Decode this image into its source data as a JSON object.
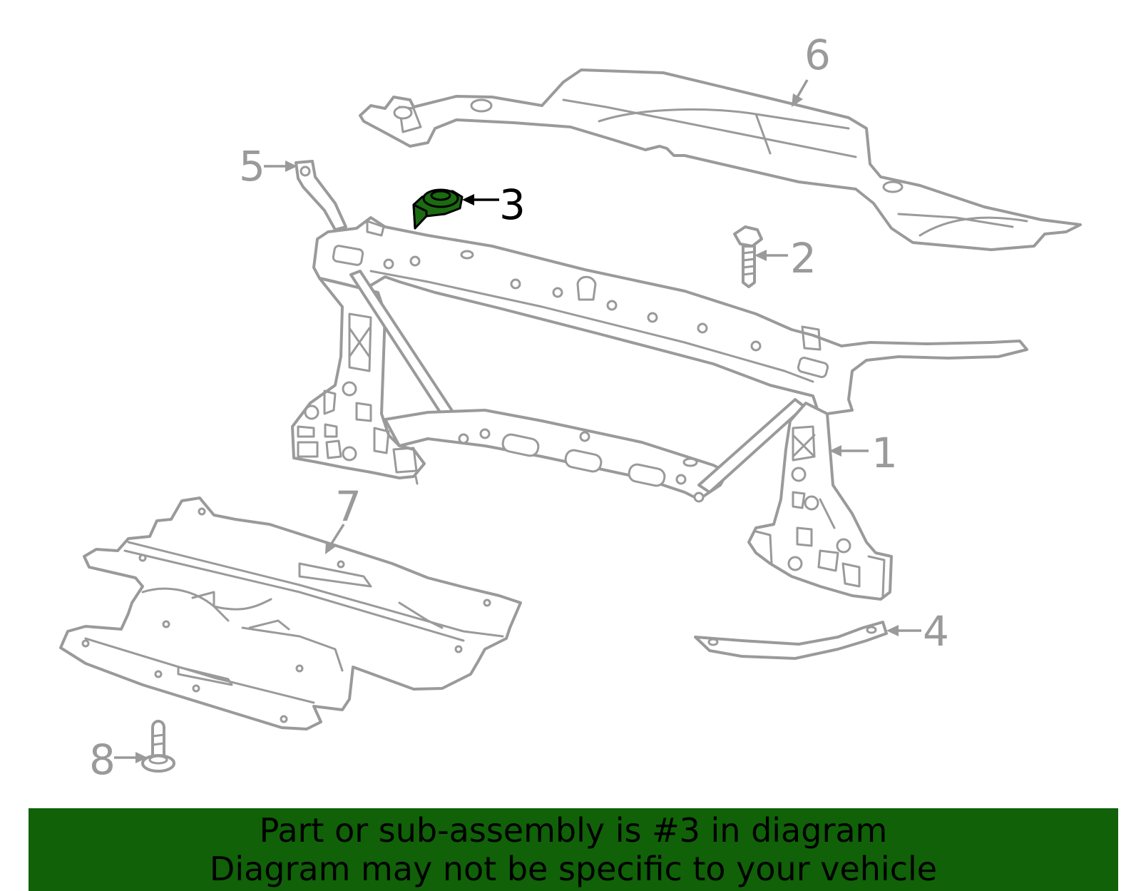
{
  "callouts": [
    {
      "id": "1",
      "label": "1",
      "highlighted": false
    },
    {
      "id": "2",
      "label": "2",
      "highlighted": false
    },
    {
      "id": "3",
      "label": "3",
      "highlighted": true
    },
    {
      "id": "4",
      "label": "4",
      "highlighted": false
    },
    {
      "id": "5",
      "label": "5",
      "highlighted": false
    },
    {
      "id": "6",
      "label": "6",
      "highlighted": false
    },
    {
      "id": "7",
      "label": "7",
      "highlighted": false
    },
    {
      "id": "8",
      "label": "8",
      "highlighted": false
    }
  ],
  "banner": {
    "line1": "Part or sub-assembly is #3 in diagram",
    "line2": "Diagram may not be specific to your vehicle"
  },
  "colors": {
    "highlight_part": "#1c6b12",
    "banner_bg": "#106108",
    "line_art": "#9a9a9a"
  }
}
